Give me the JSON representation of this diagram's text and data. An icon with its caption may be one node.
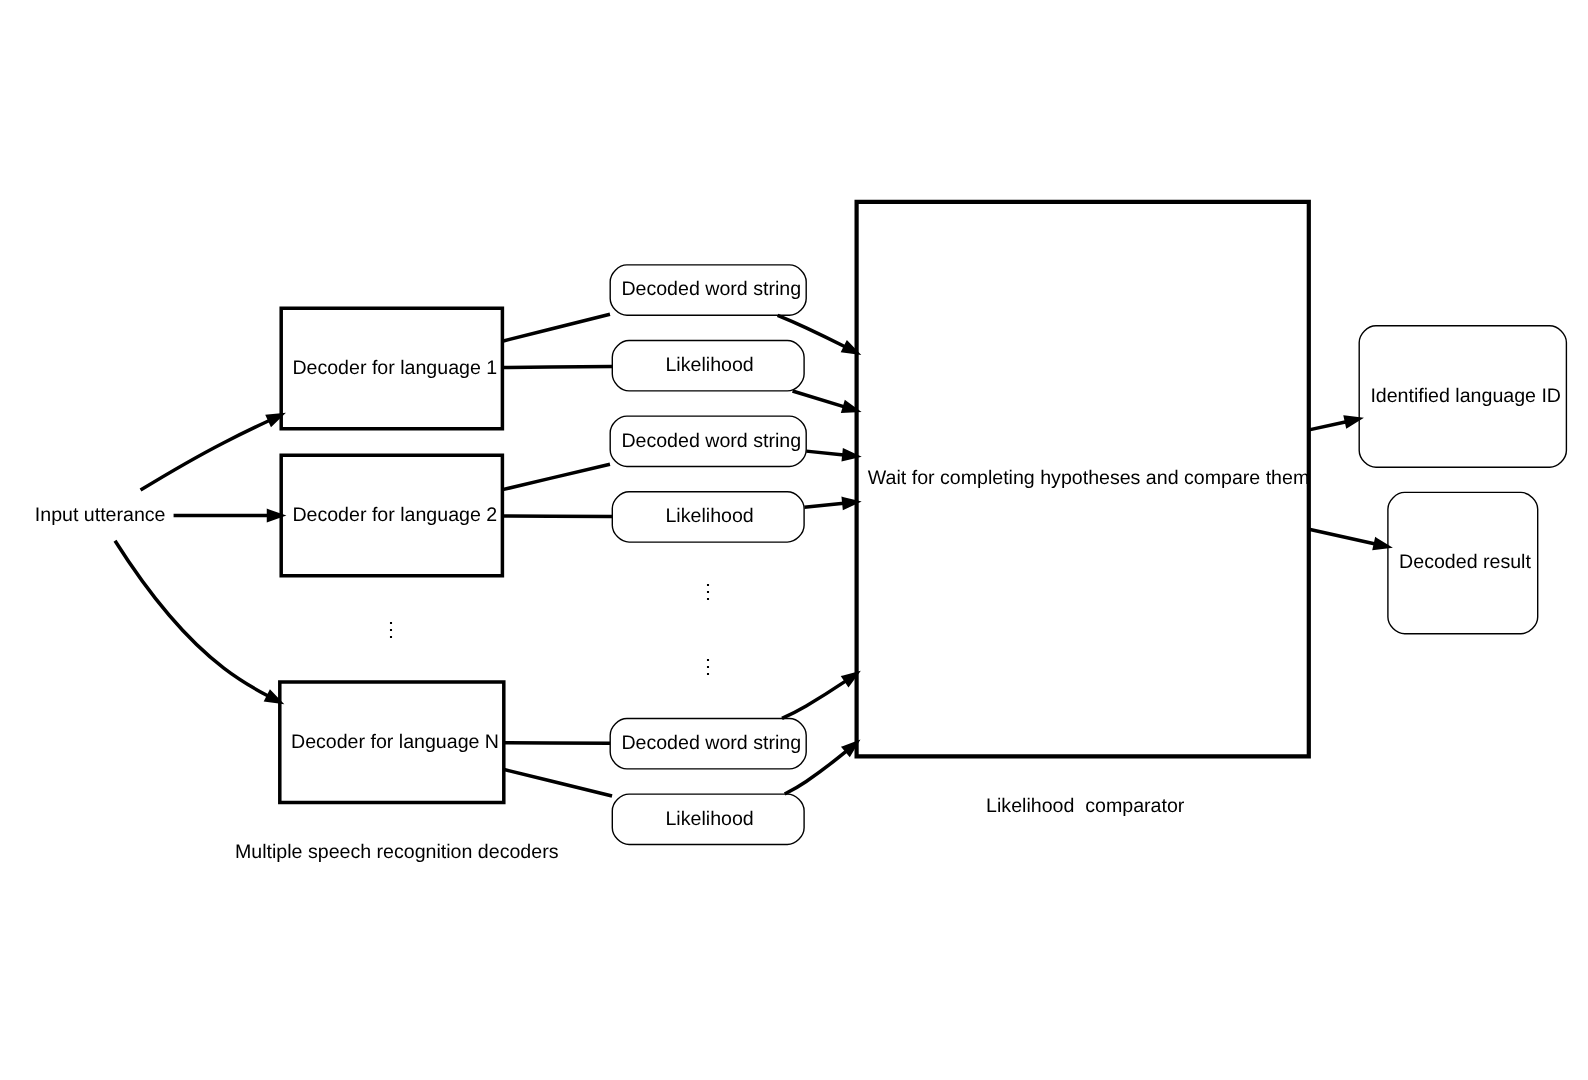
{
  "diagram": {
    "nodes": [
      {
        "text": [
          "Input utterance"
        ]
      },
      {
        "text": [
          "Decoder for language 1"
        ]
      },
      {
        "text": [
          "Decoded word string"
        ]
      },
      {
        "text": [
          "Likelihood"
        ]
      },
      {
        "text": [
          "Decoder for language 2"
        ]
      },
      {
        "text": [
          "Decoded word string"
        ]
      },
      {
        "text": [
          "Likelihood"
        ]
      },
      {
        "text": [
          "Decoder for language N"
        ]
      },
      {
        "text": [
          "Decoded word string"
        ]
      },
      {
        "text": [
          "Likelihood"
        ]
      },
      {
        "text": [
          "Wait for completing hypotheses and compare them"
        ]
      },
      {
        "text": [
          "Identified language ID"
        ]
      },
      {
        "text": [
          "Decoded result"
        ]
      }
    ],
    "edges": [
      {
        "from": 0,
        "to": 1,
        "arrow": "to"
      },
      {
        "from": 0,
        "to": 4,
        "arrow": "to"
      },
      {
        "from": 0,
        "to": 7,
        "arrow": "to"
      },
      {
        "from": 1,
        "to": 2,
        "arrow": "none"
      },
      {
        "from": 1,
        "to": 3,
        "arrow": "none"
      },
      {
        "from": 4,
        "to": 5,
        "arrow": "none"
      },
      {
        "from": 4,
        "to": 6,
        "arrow": "none"
      },
      {
        "from": 7,
        "to": 8,
        "arrow": "none"
      },
      {
        "from": 7,
        "to": 9,
        "arrow": "none"
      },
      {
        "from": 2,
        "to": 10,
        "arrow": "to"
      },
      {
        "from": 3,
        "to": 10,
        "arrow": "to"
      },
      {
        "from": 5,
        "to": 10,
        "arrow": "to"
      },
      {
        "from": 6,
        "to": 10,
        "arrow": "to"
      },
      {
        "from": 8,
        "to": 10,
        "arrow": "to"
      },
      {
        "from": 9,
        "to": 10,
        "arrow": "to"
      },
      {
        "from": 10,
        "to": 11,
        "arrow": "to"
      },
      {
        "from": 10,
        "to": 12,
        "arrow": "to"
      }
    ],
    "labels": [
      "⋮",
      "⋮",
      "⋮",
      "Multiple speech recognition decoders",
      "Likelihood  comparator"
    ]
  }
}
